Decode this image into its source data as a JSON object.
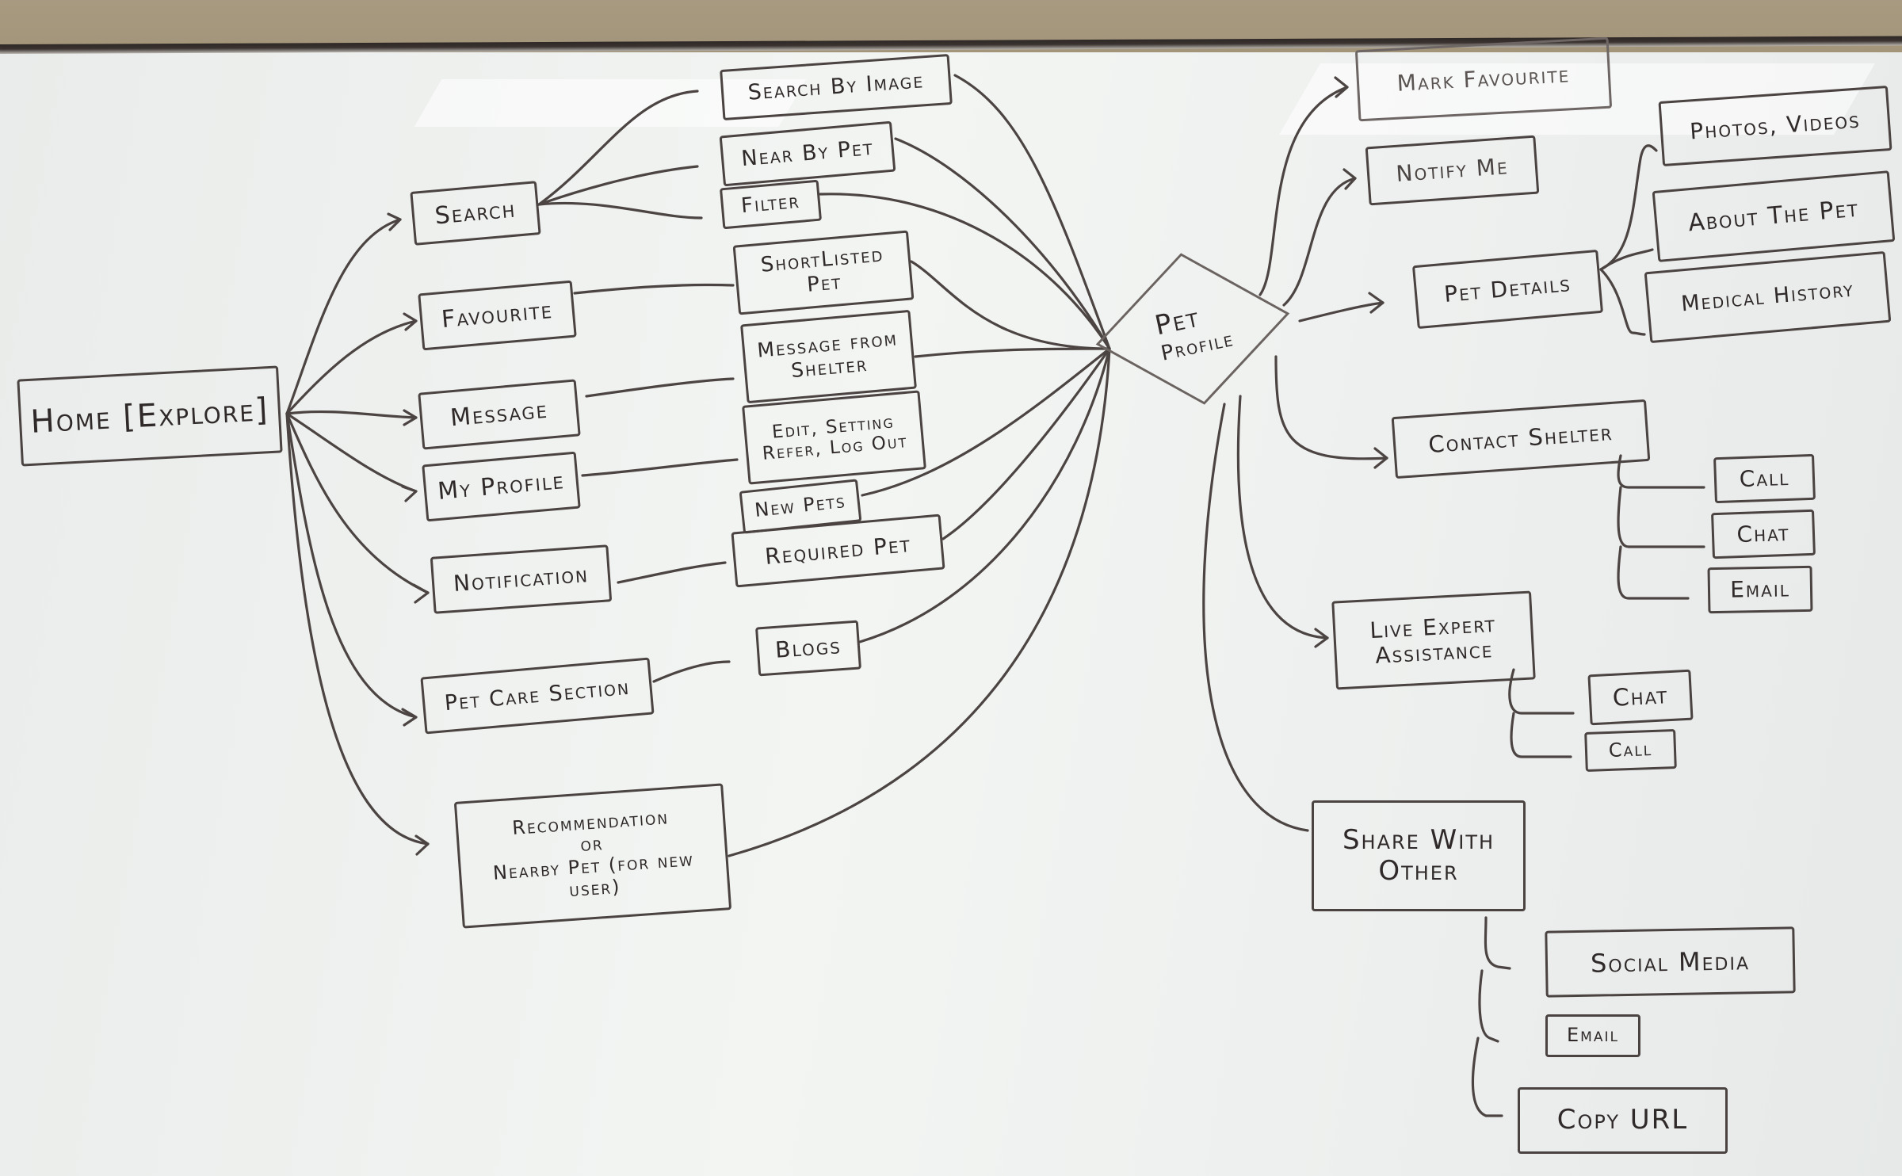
{
  "diagram": {
    "type": "hand-drawn mind map / app flow on whiteboard",
    "medium": "whiteboard marker sketch",
    "ink_color": "#4a4341",
    "board_color": "#eef0ee",
    "wall_color": "#a89a80"
  },
  "root": {
    "label": "Home [Explore]"
  },
  "home_sections": [
    {
      "id": "search",
      "label": "Search"
    },
    {
      "id": "favourite",
      "label": "Favourite"
    },
    {
      "id": "message",
      "label": "Message"
    },
    {
      "id": "my_profile",
      "label": "My Profile"
    },
    {
      "id": "notification",
      "label": "Notification"
    },
    {
      "id": "pet_care",
      "label": "Pet Care Section"
    },
    {
      "id": "recommendation",
      "label": "Recommendation\nor\nNearby Pet (for new user)"
    }
  ],
  "sub_items": {
    "search_by_image": "Search By Image",
    "near_by_pet": "Near By Pet",
    "filter": "Filter",
    "shortlisted_pet": "ShortListed\nPet",
    "message_from_shelter": "Message from\nShelter",
    "edit_setting": "Edit, Setting\nRefer, Log Out",
    "new_pets": "New Pets",
    "required_pet": "Required Pet",
    "blogs": "Blogs"
  },
  "hub": {
    "label_line1": "Pet",
    "label_line2": "Profile"
  },
  "pet_profile_actions": {
    "mark_favourite": "Mark Favourite",
    "notify_me": "Notify Me",
    "pet_details": "Pet Details",
    "contact_shelter": "Contact Shelter",
    "live_expert": "Live Expert\nAssistance",
    "share": "Share With\nOther"
  },
  "pet_details_children": [
    "Photos, Videos",
    "About The Pet",
    "Medical History"
  ],
  "contact_shelter_children": [
    "Call",
    "Chat",
    "Email"
  ],
  "live_expert_children": [
    "Chat",
    "Call"
  ],
  "share_children": [
    "Social Media",
    "Email",
    "Copy URL"
  ]
}
